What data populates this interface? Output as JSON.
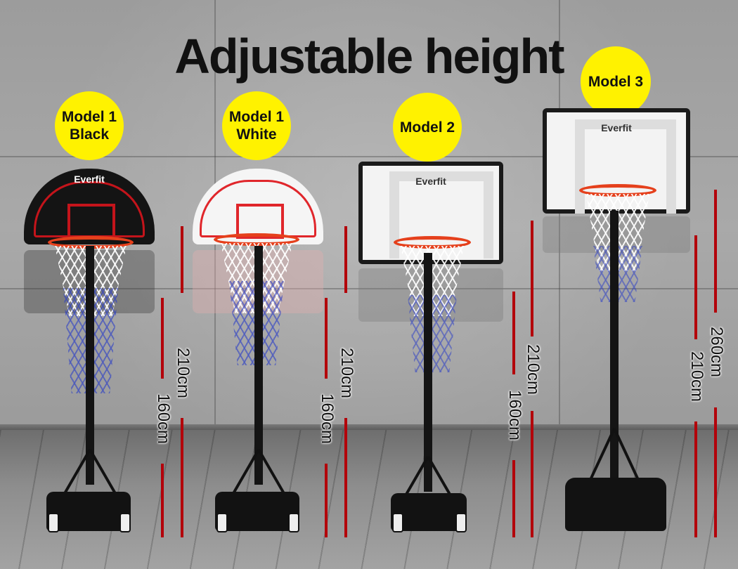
{
  "title": "Adjustable height",
  "brand": "Everfit",
  "colors": {
    "badge": "#fff200",
    "measure_line": "#b3000a",
    "rim": "#e5401c",
    "text": "#111111"
  },
  "models": [
    {
      "badge_line1": "Model 1",
      "badge_line2": "Black",
      "board_color": "black",
      "heights": {
        "max": "210cm",
        "min": "160cm"
      }
    },
    {
      "badge_line1": "Model 1",
      "badge_line2": "White",
      "board_color": "white",
      "heights": {
        "max": "210cm",
        "min": "160cm"
      }
    },
    {
      "badge_line1": "Model 2",
      "badge_line2": "",
      "board_color": "transparent",
      "heights": {
        "max": "210cm",
        "min": "160cm"
      }
    },
    {
      "badge_line1": "Model 3",
      "badge_line2": "",
      "board_color": "transparent",
      "heights": {
        "max": "260cm",
        "min": "210cm"
      }
    }
  ]
}
